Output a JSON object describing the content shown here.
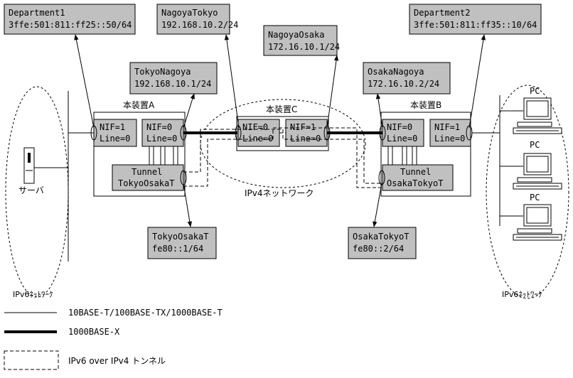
{
  "labels": {
    "dept1_name": "Department1",
    "dept1_addr": "3ffe:501:811:ff25::50/64",
    "nagoyatokyo_name": "NagoyaTokyo",
    "nagoyatokyo_addr": "192.168.10.2/24",
    "nagoyaosaka_name": "NagoyaOsaka",
    "nagoyaosaka_addr": "172.16.10.1/24",
    "dept2_name": "Department2",
    "dept2_addr": "3ffe:501:811:ff35::10/64",
    "tokyonagoya_name": "TokyoNagoya",
    "tokyonagoya_addr": "192.168.10.1/24",
    "osakanagoya_name": "OsakaNagoya",
    "osakanagoya_addr": "172.16.10.2/24",
    "tokyoosakat_name": "TokyoOsakaT",
    "tokyoosakat_addr": "fe80::1/64",
    "osakatokyot_name": "OsakaTokyoT",
    "osakatokyot_addr": "fe80::2/64"
  },
  "devices": {
    "a": "本装置A",
    "b": "本装置B",
    "c": "本装置C"
  },
  "interfaces": {
    "a_nif1": "NIF=1",
    "a_nif1_line": "Line=0",
    "a_nif0": "NIF=0",
    "a_nif0_line": "Line=0",
    "c_nif0": "NIF=0",
    "c_nif0_line": "Line=0",
    "c_nif1": "NIF=1",
    "c_nif1_line": "Line=0",
    "b_nif0": "NIF=0",
    "b_nif0_line": "Line=0",
    "b_nif1": "NIF=1",
    "b_nif1_line": "Line=0"
  },
  "tunnels": {
    "a_title": "Tunnel",
    "a_name": "TokyoOsakaT",
    "b_title": "Tunnel",
    "b_name": "OsakaTokyoT"
  },
  "networks": {
    "ipv4": "IPv4ネットワーク",
    "ipv6_left": "IPv6ﾈｯﾄﾜｰｸ",
    "ipv6_right": "IPv6ﾈｯﾄﾜｰｸ"
  },
  "hosts": {
    "server": "サーバ",
    "pc1": "PC",
    "pc2": "PC",
    "pc3": "PC"
  },
  "legend": {
    "thin": "10BASE-T/100BASE-TX/1000BASE-T",
    "thick": "1000BASE-X",
    "tunnel": "IPv6 over IPv4 トンネル"
  }
}
